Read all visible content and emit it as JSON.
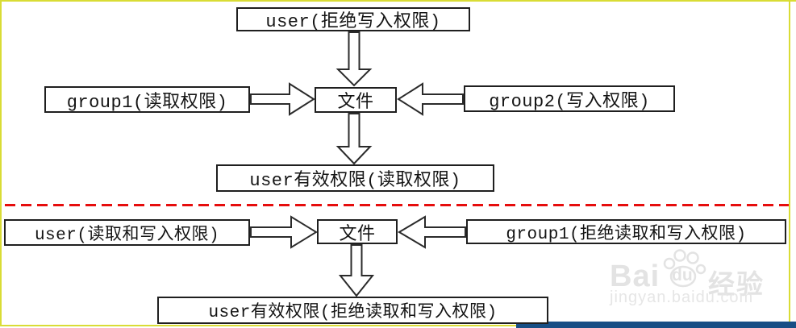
{
  "colors": {
    "frame_yellow": "#d9dc35",
    "divider_red": "#e60d0d",
    "navy_bar": "#174e85",
    "box_border": "#1f1f1f",
    "watermark_gray": "#e3e3e3"
  },
  "diagram_top": {
    "user_box": "user(拒绝写入权限)",
    "group1_box": "group1(读取权限)",
    "file_box": "文件",
    "group2_box": "group2(写入权限)",
    "effective_box": "user有效权限(读取权限)"
  },
  "diagram_bottom": {
    "user_box": "user(读取和写入权限)",
    "file_box": "文件",
    "group1_box": "group1(拒绝读取和写入权限)",
    "effective_box": "user有效权限(拒绝读取和写入权限)"
  },
  "watermark": {
    "brand_latin": "Bai",
    "brand_du": "du",
    "brand_cn": "经验",
    "site": "jingyan.baidu.com"
  }
}
